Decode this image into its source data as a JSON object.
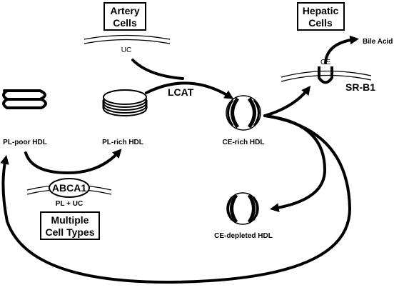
{
  "boxes": {
    "artery": [
      "Artery",
      "Cells"
    ],
    "hepatic": [
      "Hepatic",
      "Cells"
    ],
    "multiple": [
      "Multiple",
      "Cell Types"
    ]
  },
  "labels": {
    "uc": "UC",
    "lcat": "LCAT",
    "ce": "CE",
    "bile_acid": "Bile Acid",
    "srb1": "SR-B1",
    "pl_poor": "PL-poor HDL",
    "pl_rich": "PL-rich HDL",
    "ce_rich": "CE-rich HDL",
    "ce_depleted": "CE-depleted HDL",
    "abca1": "ABCA1",
    "pl_uc": "PL + UC"
  }
}
